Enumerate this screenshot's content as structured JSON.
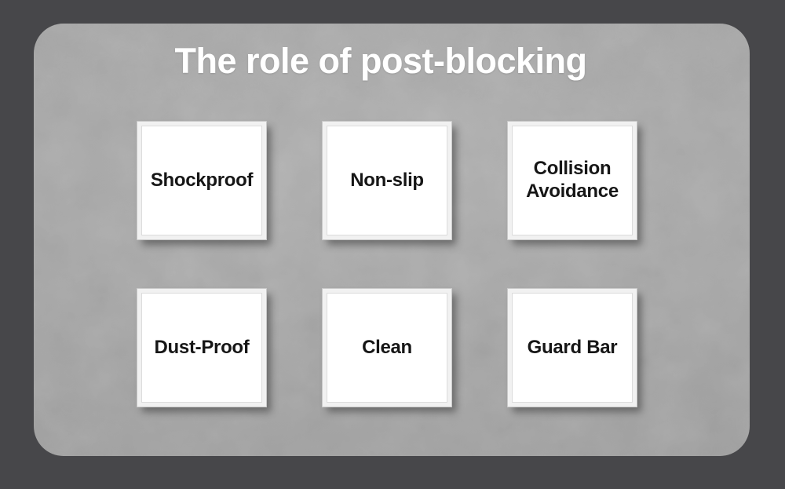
{
  "title": "The role of post-blocking",
  "boxes": [
    {
      "label": "Shockproof"
    },
    {
      "label": "Non-slip"
    },
    {
      "label": "Collision Avoidance"
    },
    {
      "label": "Dust-Proof"
    },
    {
      "label": "Clean"
    },
    {
      "label": "Guard Bar"
    }
  ],
  "colors": {
    "outer_background": "#47474a",
    "panel_background": "#a8a8a8",
    "box_background": "#ffffff",
    "box_frame": "#f1f1f1",
    "title_text": "#ffffff",
    "box_text": "#161616"
  }
}
